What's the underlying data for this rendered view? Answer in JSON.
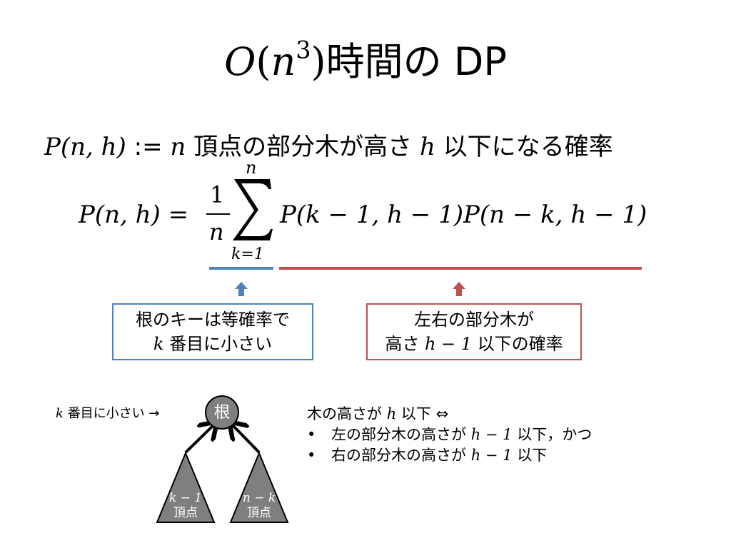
{
  "title": {
    "big_o": "O",
    "open_paren": "(",
    "n": "n",
    "exponent": "3",
    "close_paren": ")",
    "text": "時間の DP"
  },
  "definition": {
    "lhs": "P(n, h)",
    "assign": ":=",
    "n": "n",
    "text1": "頂点の部分木が高さ",
    "h": "h",
    "text2": "以下になる確率"
  },
  "equation": {
    "lhs": "P(n, h) =",
    "numerator": "1",
    "denominator": "n",
    "sum_upper": "n",
    "sum_lower": "k=1",
    "summand": "P(k − 1, h − 1)P(n − k, h − 1)"
  },
  "blue_box": {
    "line1": "根のキーは等確率で",
    "k": "k",
    "line2": "番目に小さい"
  },
  "red_box": {
    "line1": "左右の部分木が",
    "text1": "高さ",
    "h_minus_1": "h − 1",
    "text2": "以下の確率"
  },
  "tree": {
    "side_k": "k",
    "side_label": "番目に小さい →",
    "root_label": "根",
    "left_count": "k − 1",
    "left_label": "頂点",
    "right_count": "n − k",
    "right_label": "頂点"
  },
  "conditions": {
    "line0_text1": "木の高さが",
    "line0_h": "h",
    "line0_text2": "以下 ⇔",
    "bullet": "•",
    "item1_text1": "左の部分木の高さが",
    "item1_math": "h − 1",
    "item1_text2": "以下，かつ",
    "item2_text1": "右の部分木の高さが",
    "item2_math": "h − 1",
    "item2_text2": "以下"
  },
  "colors": {
    "blue": "#4f81bd",
    "red": "#c0504d",
    "tree_gray": "#7f7f7f",
    "line_black": "#000000"
  }
}
